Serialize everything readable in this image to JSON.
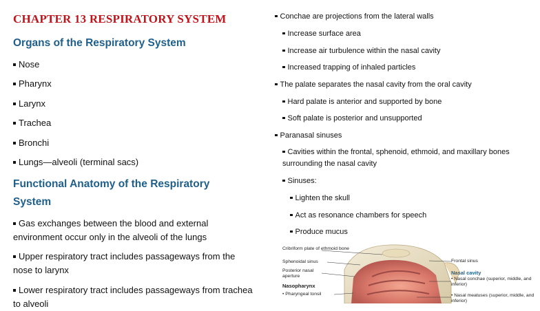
{
  "chapter_title": "CHAPTER 13 RESPIRATORY SYSTEM",
  "left": {
    "heading1": "Organs of the Respiratory System",
    "organs": [
      "Nose",
      "Pharynx",
      "Larynx",
      "Trachea",
      "Bronchi",
      "Lungs—alveoli (terminal sacs)"
    ],
    "heading2": "Functional Anatomy of the Respiratory System",
    "functional": [
      "Gas exchanges between the blood and external environment occur only in the alveoli of the lungs",
      "Upper respiratory tract includes passageways from the nose to larynx",
      "Lower respiratory tract includes passageways from trachea to alveoli"
    ]
  },
  "right": {
    "items": [
      "Conchae are projections from the lateral walls",
      "Increase surface area",
      "Increase air turbulence within the nasal cavity",
      "Increased trapping of inhaled particles",
      "The palate separates the nasal cavity from the oral cavity",
      "Hard palate is anterior and supported by bone",
      "Soft palate is posterior and unsupported",
      "Paranasal sinuses",
      "Cavities within the frontal, sphenoid, ethmoid, and maxillary bones surrounding the nasal cavity",
      "Sinuses:",
      "Lighten the skull",
      "Act as resonance chambers for speech",
      "Produce mucus"
    ]
  },
  "figure": {
    "labels": {
      "cribriform": "Cribriform plate of ethmoid bone",
      "sphenoidal": "Sphenoidal sinus",
      "posterior_aperture": "Posterior nasal aperture",
      "nasopharynx": "Nasopharynx",
      "pharyngeal_tonsil": "• Pharyngeal tonsil",
      "frontal_sinus": "Frontal sinus",
      "nasal_cavity": "Nasal cavity",
      "nasal_conchae": "• Nasal conchae (superior, middle, and inferior)",
      "nasal_meatuses": "• Nasal meatuses (superior, middle, and inferior)"
    }
  }
}
